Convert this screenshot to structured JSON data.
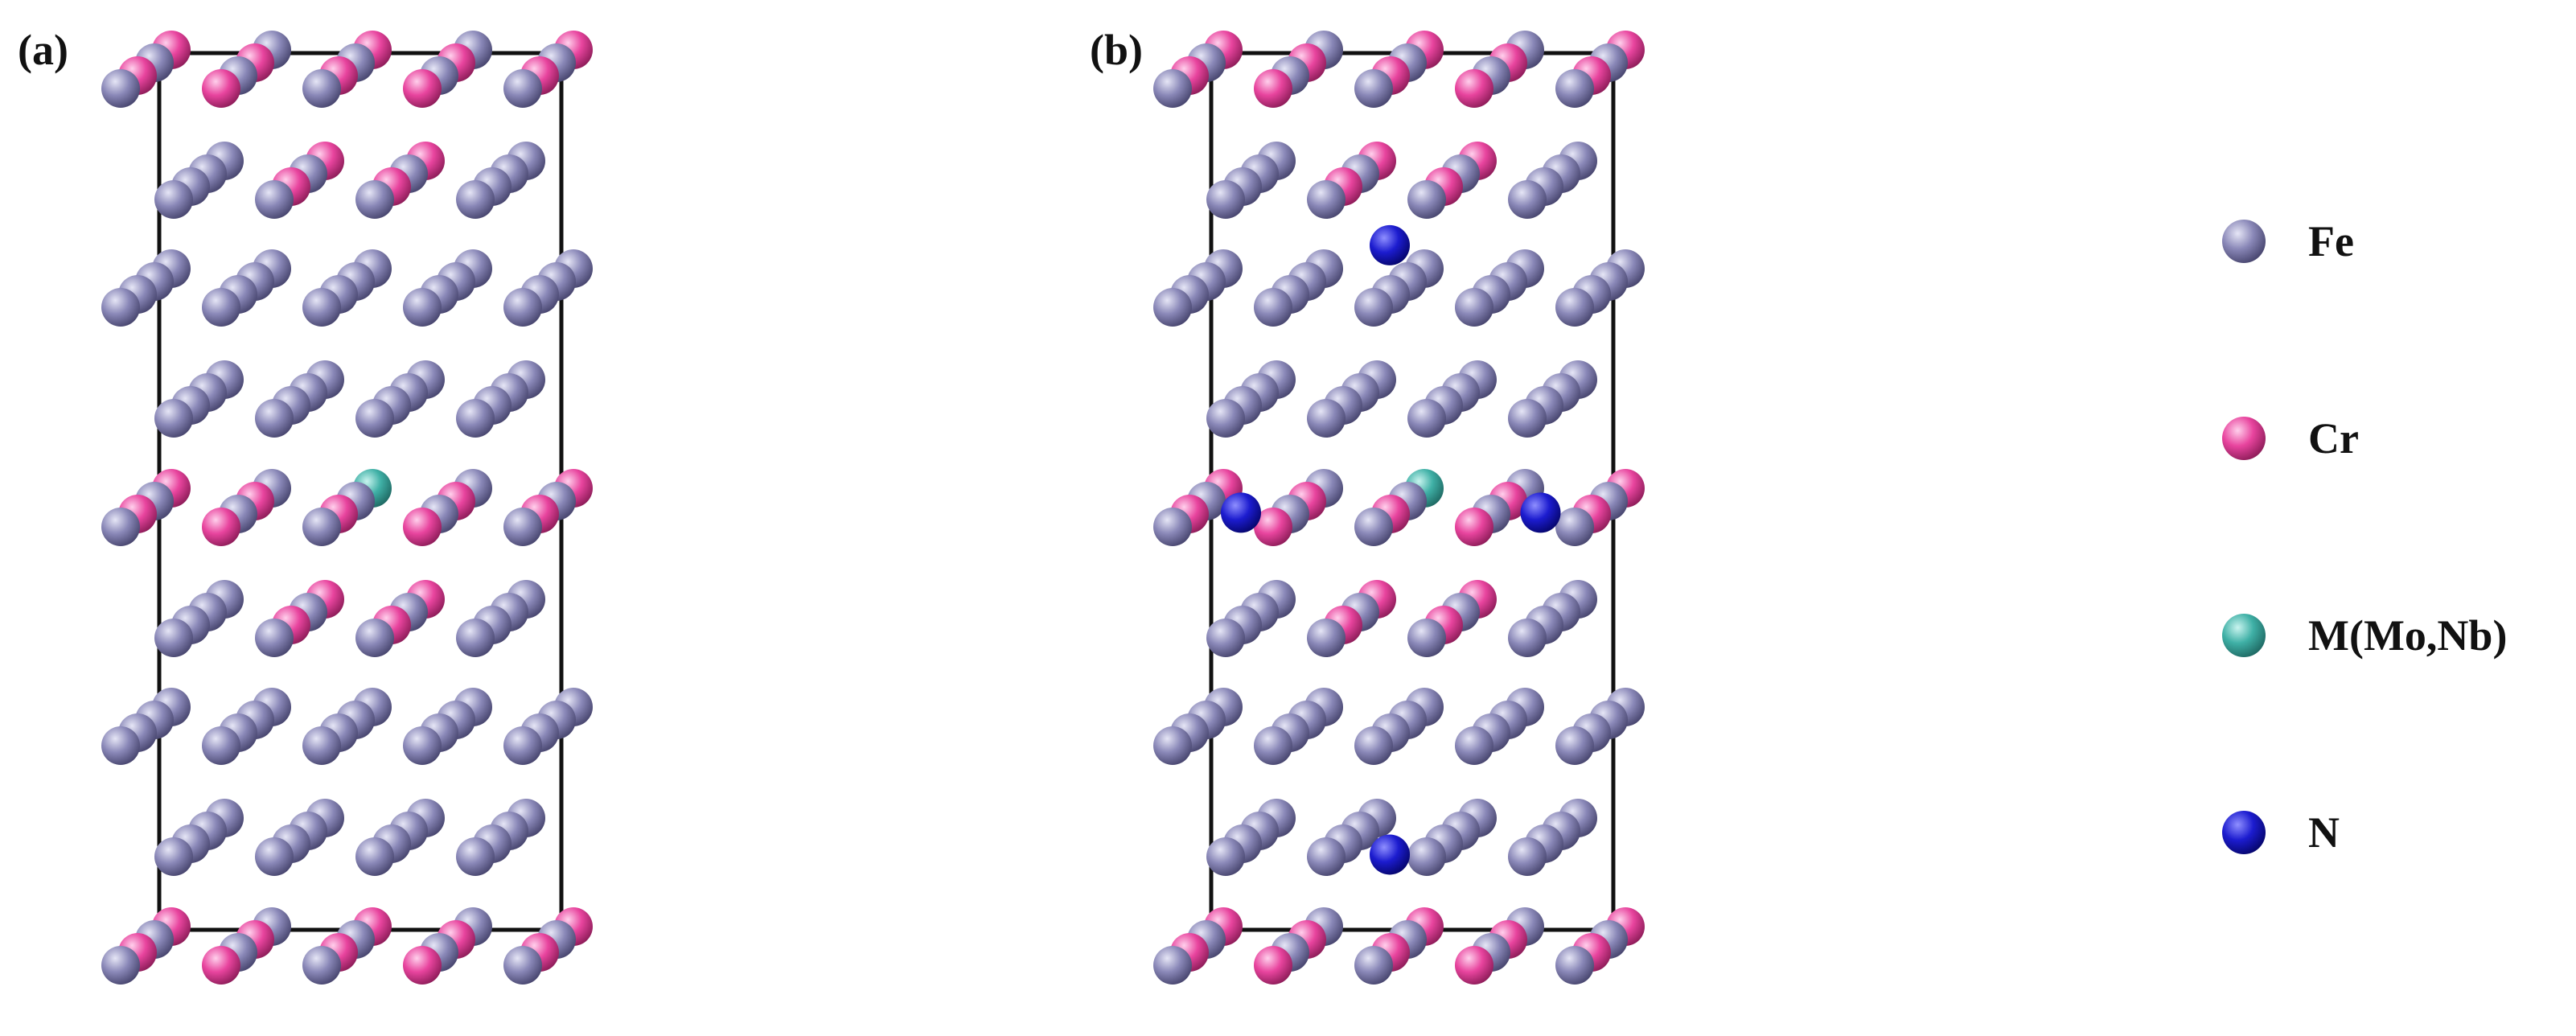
{
  "panels": [
    {
      "label": "(a)",
      "n_sites": false
    },
    {
      "label": "(b)",
      "n_sites": true
    }
  ],
  "legend": [
    {
      "label": "Fe",
      "color": "#8a88b8",
      "dark": "#48466f",
      "light": "#e6e6f6"
    },
    {
      "label": "Cr",
      "color": "#e8449e",
      "dark": "#8f1d5a",
      "light": "#ffd0ec"
    },
    {
      "label": "M(Mo,Nb)",
      "color": "#3fb0a6",
      "dark": "#1f6a64",
      "light": "#c9f4ef"
    },
    {
      "label": "N",
      "color": "#1c1ccf",
      "dark": "#06066e",
      "light": "#8f8fff"
    }
  ]
}
